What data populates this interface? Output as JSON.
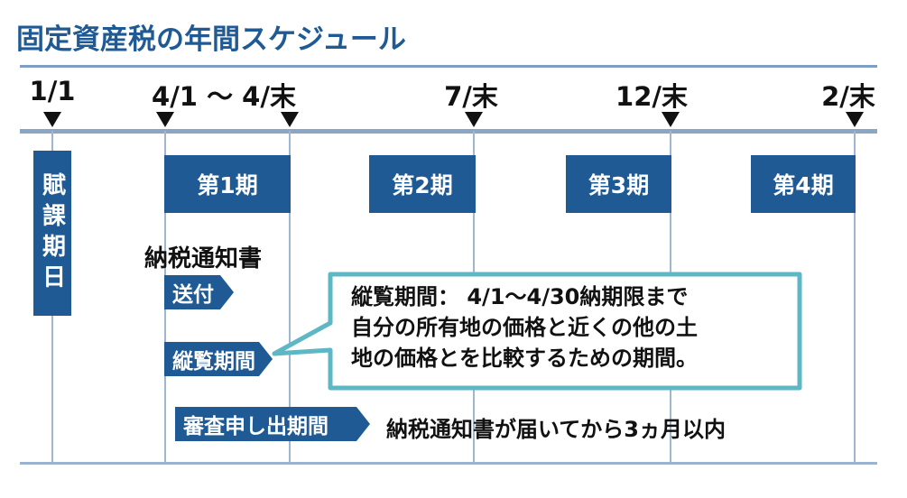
{
  "title": "固定資産税の年間スケジュール",
  "timeline": {
    "dates": [
      "1/1",
      "4/1 ～ 4/末",
      "7/末",
      "12/末",
      "2/末"
    ]
  },
  "levy_date_label": "賦課期日",
  "periods": [
    "第1期",
    "第2期",
    "第3期",
    "第4期"
  ],
  "steps": {
    "notice_text": "納税通知書",
    "send_label": "送付",
    "inspection_label": "縦覧期間",
    "appeal_label": "審査申し出期間",
    "appeal_note": "納税通知書が届いてから3ヵ月以内"
  },
  "callout": {
    "lines": [
      "縦覧期間： 4/1～4/30納期限まで",
      "自分の所有地の価格と近くの他の土",
      "地の価格とを比較するための期間。"
    ]
  },
  "colors": {
    "primary": "#1f5a94",
    "callout_border": "#5eb7c4",
    "axis": "#8aa6c6"
  }
}
